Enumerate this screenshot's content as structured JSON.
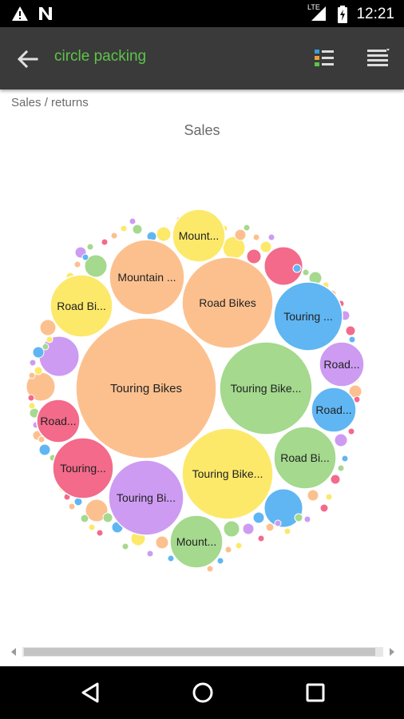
{
  "status_bar": {
    "time": "12:21",
    "network": "LTE",
    "icons": [
      "alert-icon",
      "n-icon",
      "signal-icon",
      "battery-icon"
    ]
  },
  "app_bar": {
    "title": "circle packing",
    "title_color": "#5cc44a",
    "back_icon": "arrow-left-icon",
    "legend_icon": "legend-icon",
    "menu_icon": "menu-icon"
  },
  "breadcrumb": "Sales / returns",
  "chart_title": "Sales",
  "chart_data": {
    "type": "circle-packing",
    "title": "Sales",
    "labeled_circles": [
      {
        "label": "Touring Bikes",
        "color": "#fcc08f"
      },
      {
        "label": "Touring Bike...",
        "color": "#a4d98e"
      },
      {
        "label": "Road Bikes",
        "color": "#fcc08f"
      },
      {
        "label": "Mountain ...",
        "color": "#fcc08f"
      },
      {
        "label": "Touring Bike...",
        "color": "#fce96a"
      },
      {
        "label": "Touring ...",
        "color": "#5fb6f3"
      },
      {
        "label": "Touring Bi...",
        "color": "#cd9bf2"
      },
      {
        "label": "Touring...",
        "color": "#f36a8a"
      },
      {
        "label": "Road Bi...",
        "color": "#a4d98e"
      },
      {
        "label": "Road Bi...",
        "color": "#fce96a"
      },
      {
        "label": "Mount...",
        "color": "#a4d98e"
      },
      {
        "label": "Mount...",
        "color": "#fce96a"
      },
      {
        "label": "Road...",
        "color": "#f36a8a"
      },
      {
        "label": "Road...",
        "color": "#cd9bf2"
      },
      {
        "label": "Road...",
        "color": "#5fb6f3"
      }
    ],
    "palette": [
      "#fcc08f",
      "#a4d98e",
      "#fce96a",
      "#5fb6f3",
      "#cd9bf2",
      "#f36a8a"
    ]
  },
  "nav_bar": {
    "back": "triangle-back-icon",
    "home": "circle-home-icon",
    "recents": "square-recents-icon"
  }
}
